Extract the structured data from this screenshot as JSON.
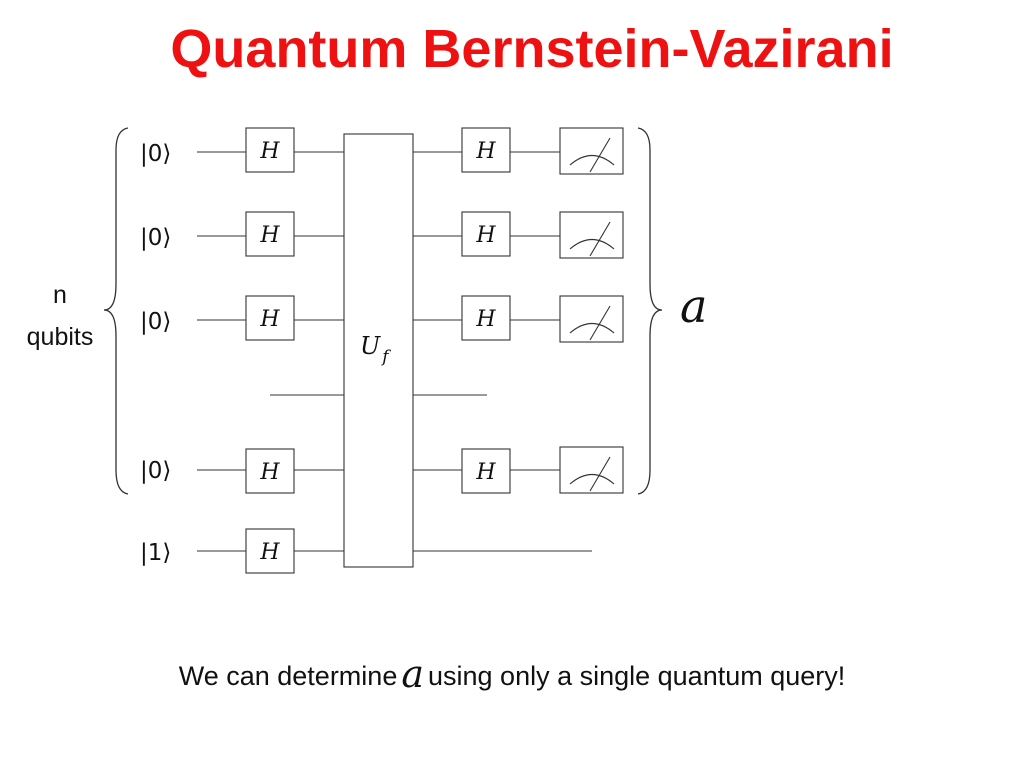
{
  "title": "Quantum Bernstein-Vazirani",
  "colors": {
    "title": "#ee1111",
    "ink": "#333333",
    "gate_fill": "#ffffff"
  },
  "circuit": {
    "input_kets": [
      "|0⟩",
      "|0⟩",
      "|0⟩",
      "|0⟩",
      "|1⟩"
    ],
    "hadamard_label": "H",
    "oracle_label": "U",
    "oracle_subscript": "f",
    "group_label_line1": "n",
    "group_label_line2": "qubits",
    "result_label": "a",
    "measure_icon": "meter-icon"
  },
  "footer": {
    "text_before": "We can determine",
    "variable": "a",
    "text_after": "using only a single quantum query!"
  }
}
